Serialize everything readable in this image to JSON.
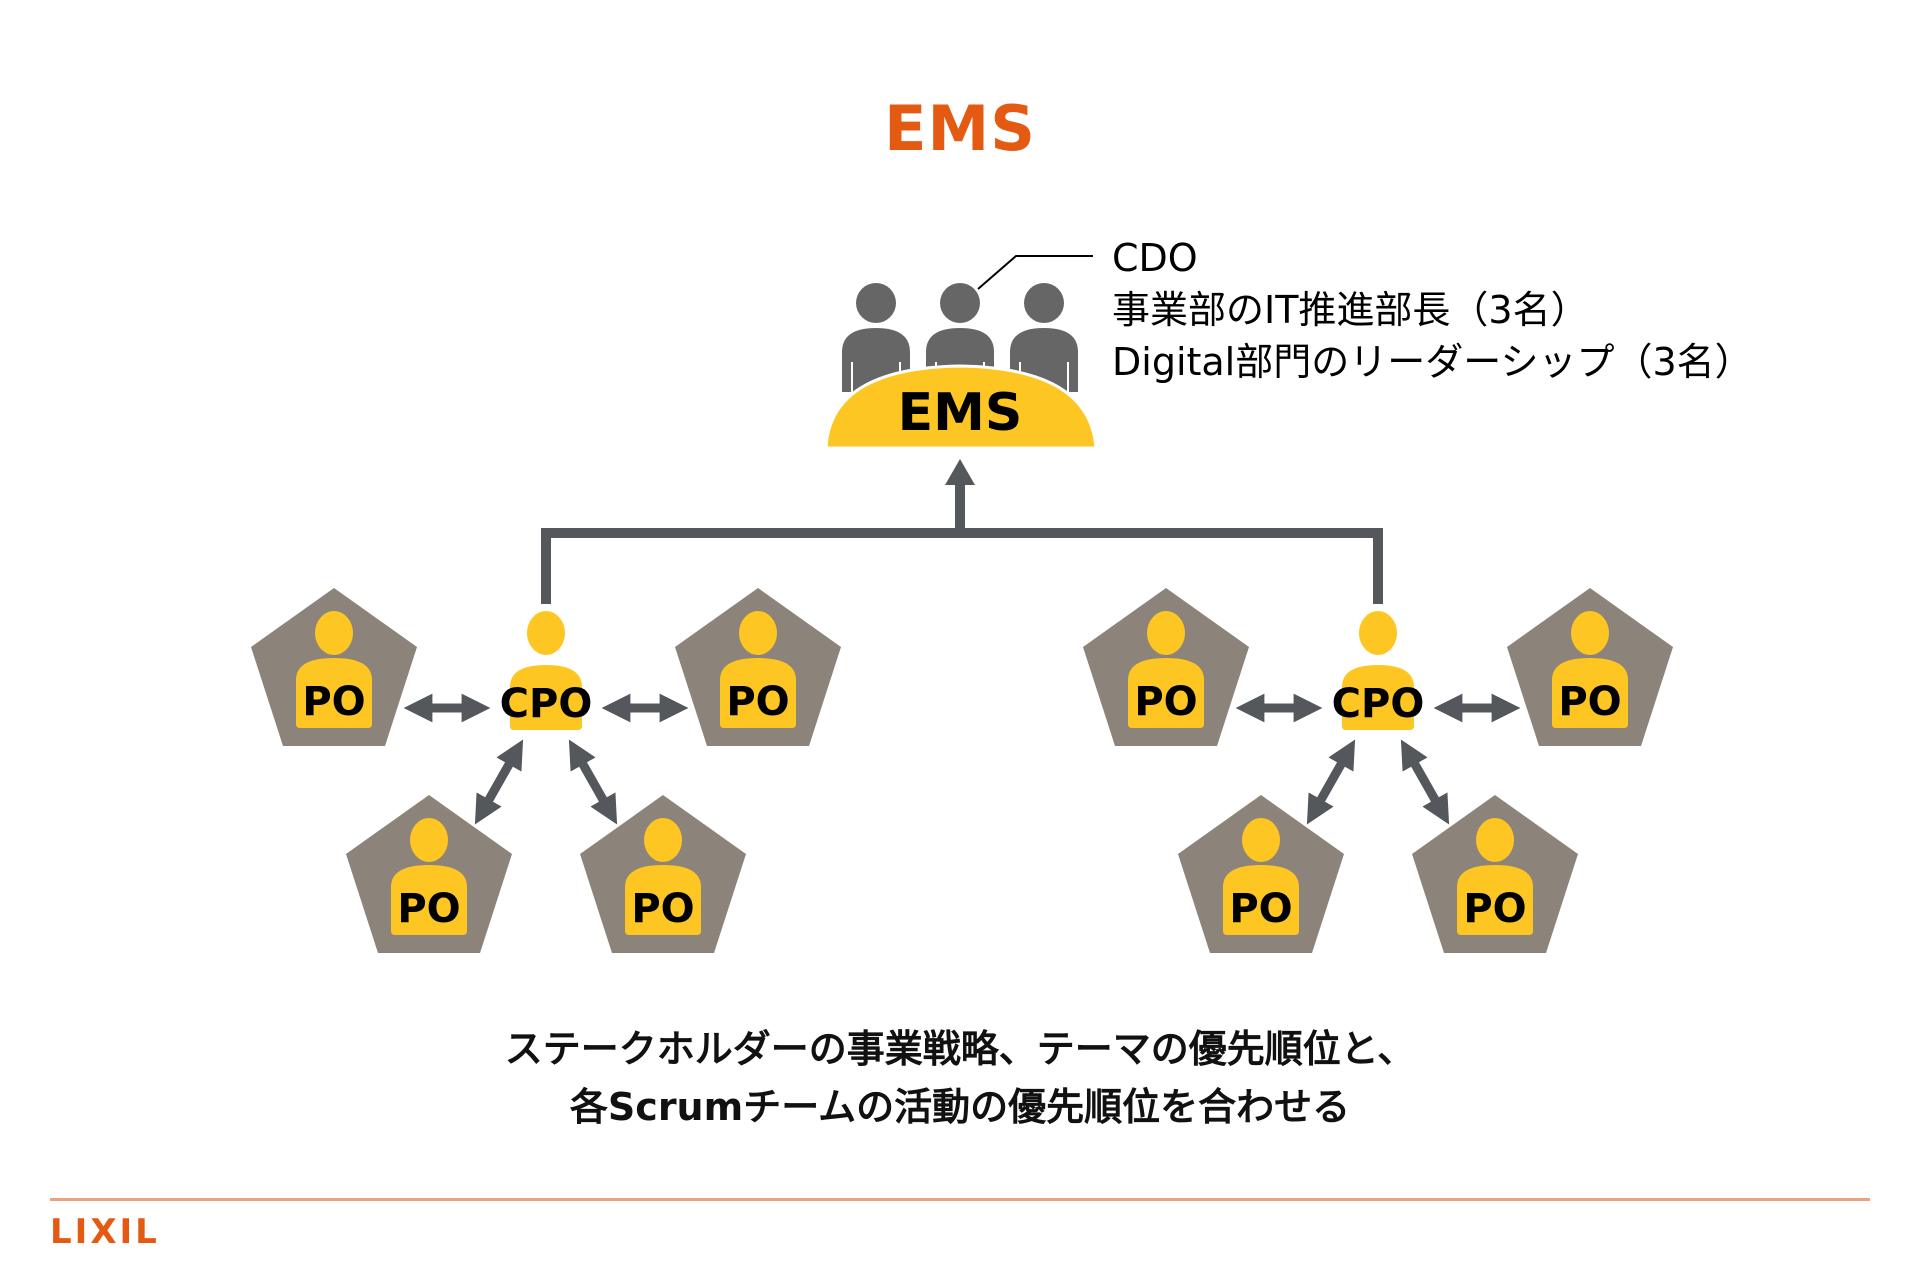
{
  "title": "EMS",
  "ems": {
    "label": "EMS",
    "members": [
      "CDO",
      "事業部のIT推進部長（3名）",
      "Digital部門のリーダーシップ（3名）"
    ]
  },
  "groups": [
    {
      "cpo_label": "CPO",
      "po_labels": [
        "PO",
        "PO",
        "PO",
        "PO"
      ]
    },
    {
      "cpo_label": "CPO",
      "po_labels": [
        "PO",
        "PO",
        "PO",
        "PO"
      ]
    }
  ],
  "caption": [
    "ステークホルダーの事業戦略、テーマの優先順位と、",
    "各Scrumチームの活動の優先順位を合わせる"
  ],
  "footer": {
    "logo": "LIXIL"
  },
  "colors": {
    "accent": "#e55a12",
    "yellow": "#fec622",
    "pentagon": "#8c837a",
    "arrow": "#54585c",
    "people_gray": "#666666",
    "divider": "#eaa27c"
  }
}
